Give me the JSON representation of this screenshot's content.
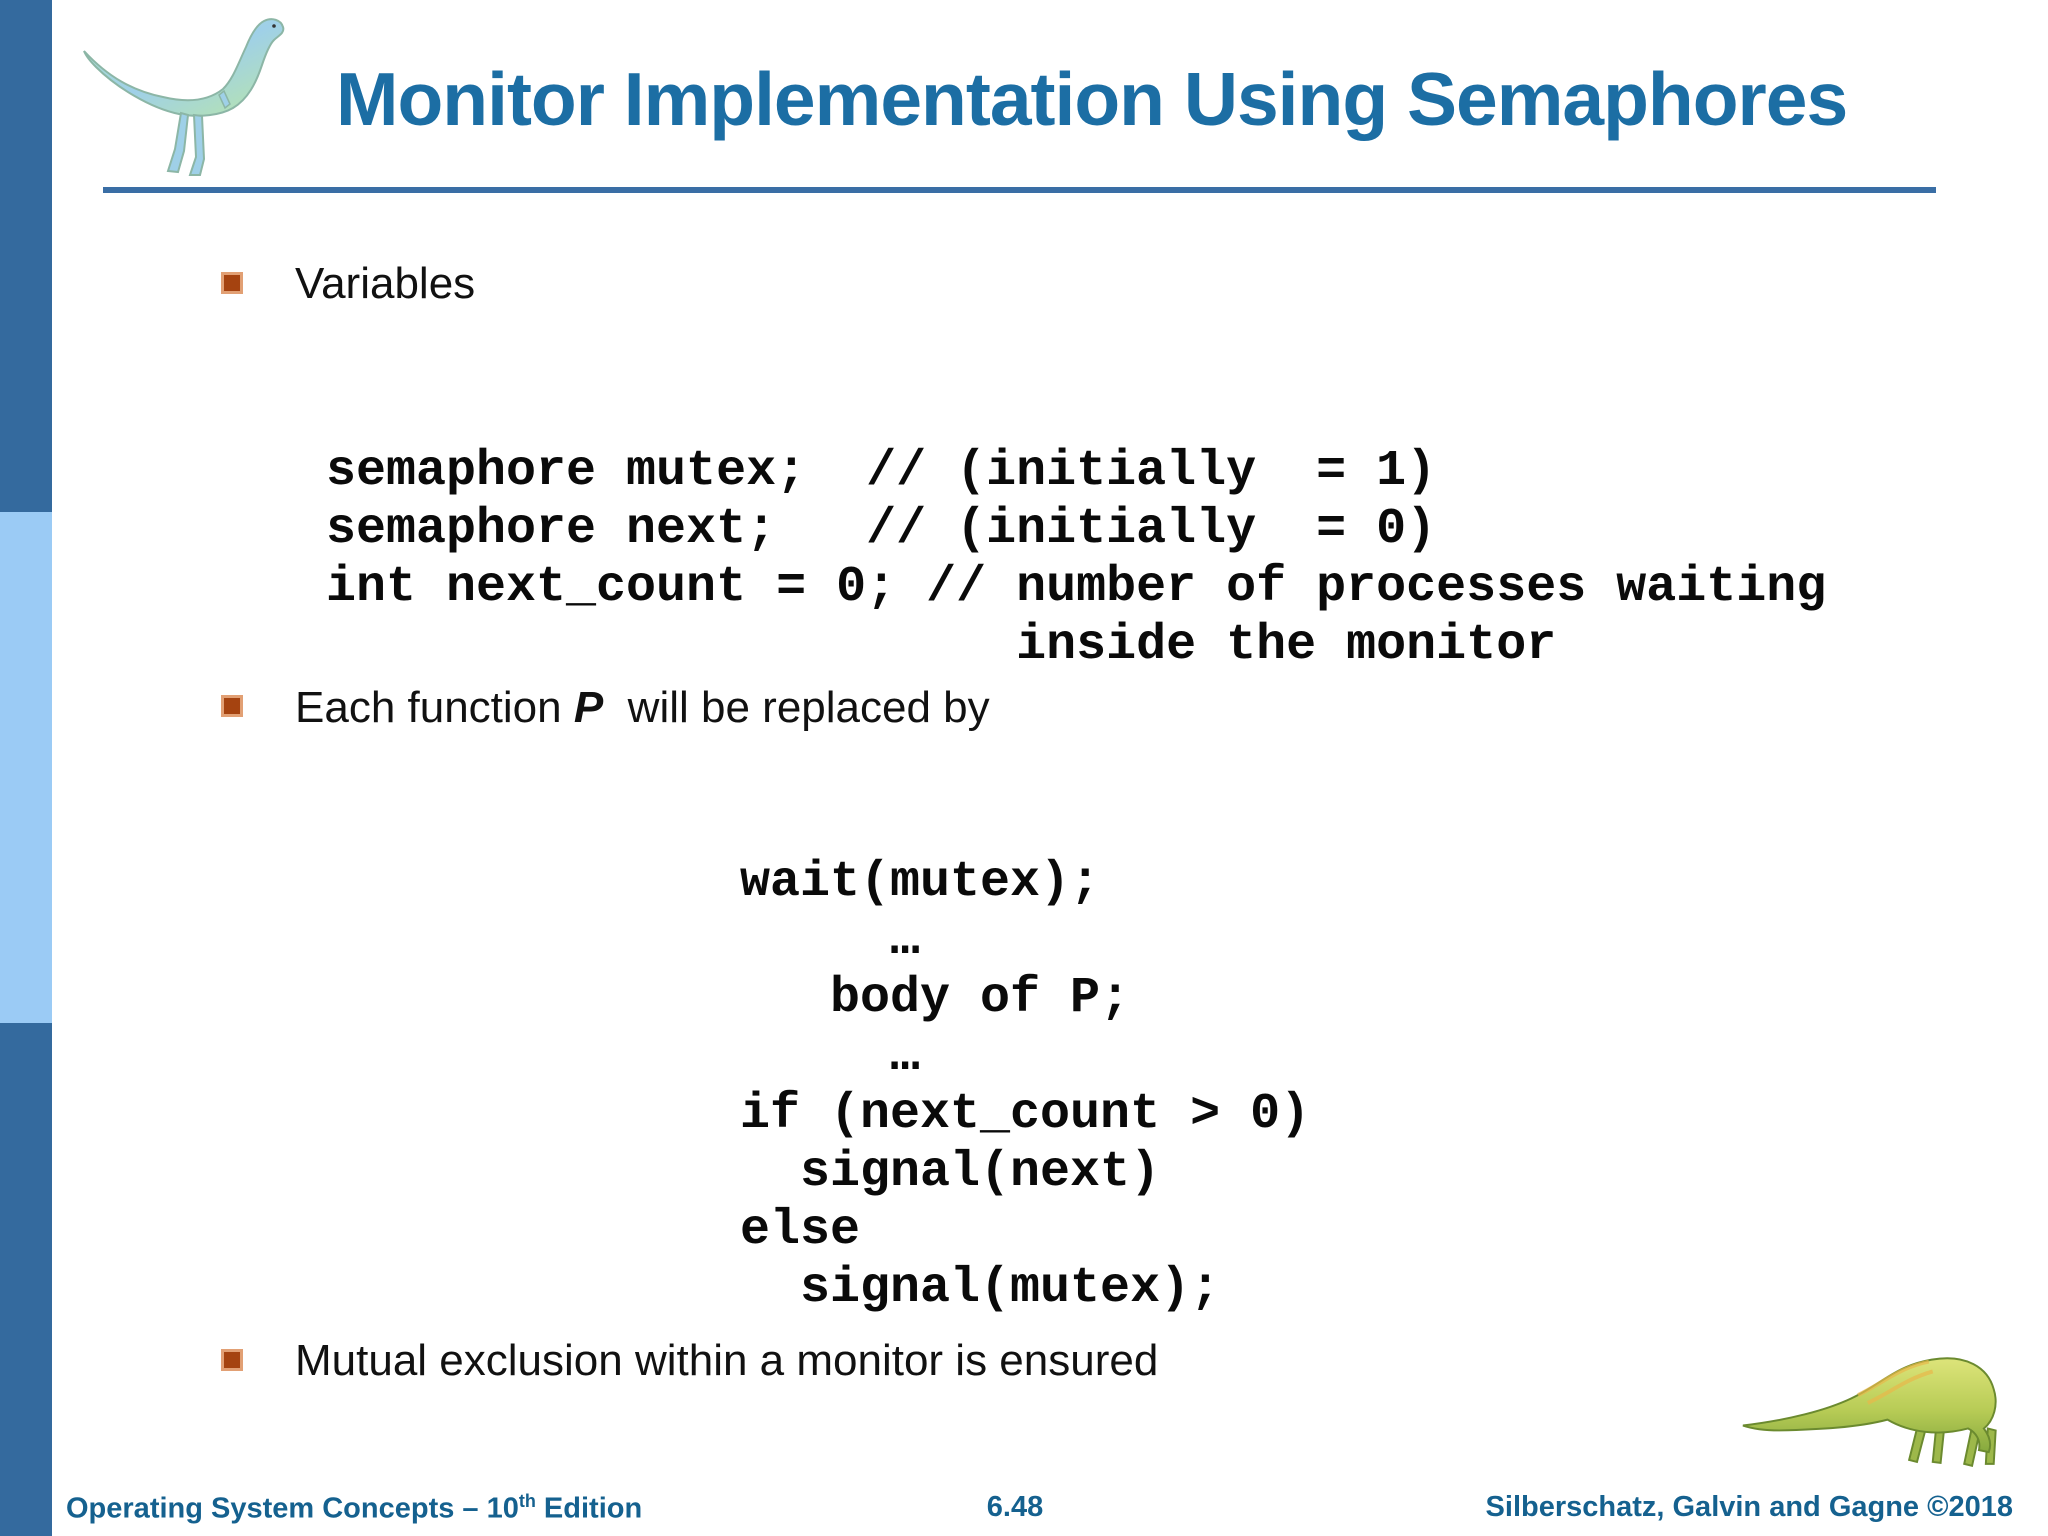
{
  "header": {
    "title": "Monitor Implementation Using Semaphores"
  },
  "bullets": {
    "variables_label": "Variables",
    "each_function_pre": "Each function ",
    "each_function_em": "P",
    "each_function_post": "  will be replaced by",
    "mutual_exclusion": "Mutual exclusion within a monitor is ensured"
  },
  "code_variables": {
    "lines": [
      "semaphore mutex;  // (initially  = 1)",
      "semaphore next;   // (initially  = 0)",
      "int next_count = 0; // number of processes waiting",
      "                       inside the monitor"
    ]
  },
  "code_function": {
    "lines": [
      "wait(mutex);",
      "     …",
      "   body of P;",
      "     …",
      "if (next_count > 0)",
      "  signal(next)",
      "else",
      "  signal(mutex);"
    ]
  },
  "footer": {
    "book_pre": "Operating System Concepts – 10",
    "book_sup": "th",
    "book_post": " Edition",
    "page_number": "6.48",
    "authors": "Silberschatz, Galvin and Gagne ©2018"
  },
  "icons": {
    "top_left": "green-blue-dinosaur",
    "bottom_right": "yellow-green-dinosaur"
  },
  "colors": {
    "title_blue": "#1C6EA4",
    "footer_blue": "#15618F",
    "sidebar_dark": "#346A9E",
    "sidebar_light": "#9BCBF5",
    "rule_blue": "#3A6EA5",
    "bullet_orange": "#A54310",
    "bullet_border": "#E2A074",
    "code_black": "#0A0A0A"
  }
}
